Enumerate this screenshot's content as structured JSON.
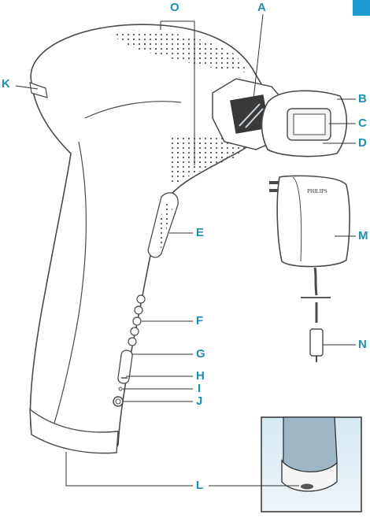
{
  "colors": {
    "accent": "#1e8fb0",
    "line": "#4a4a4a",
    "tab": "#1d9ad1"
  },
  "brand_text": "PHILIPS",
  "labels": {
    "O": "O",
    "A": "A",
    "K": "K",
    "B": "B",
    "C": "C",
    "D": "D",
    "E": "E",
    "M": "M",
    "F": "F",
    "G": "G",
    "N": "N",
    "H": "H",
    "I": "I",
    "J": "J",
    "L": "L"
  }
}
